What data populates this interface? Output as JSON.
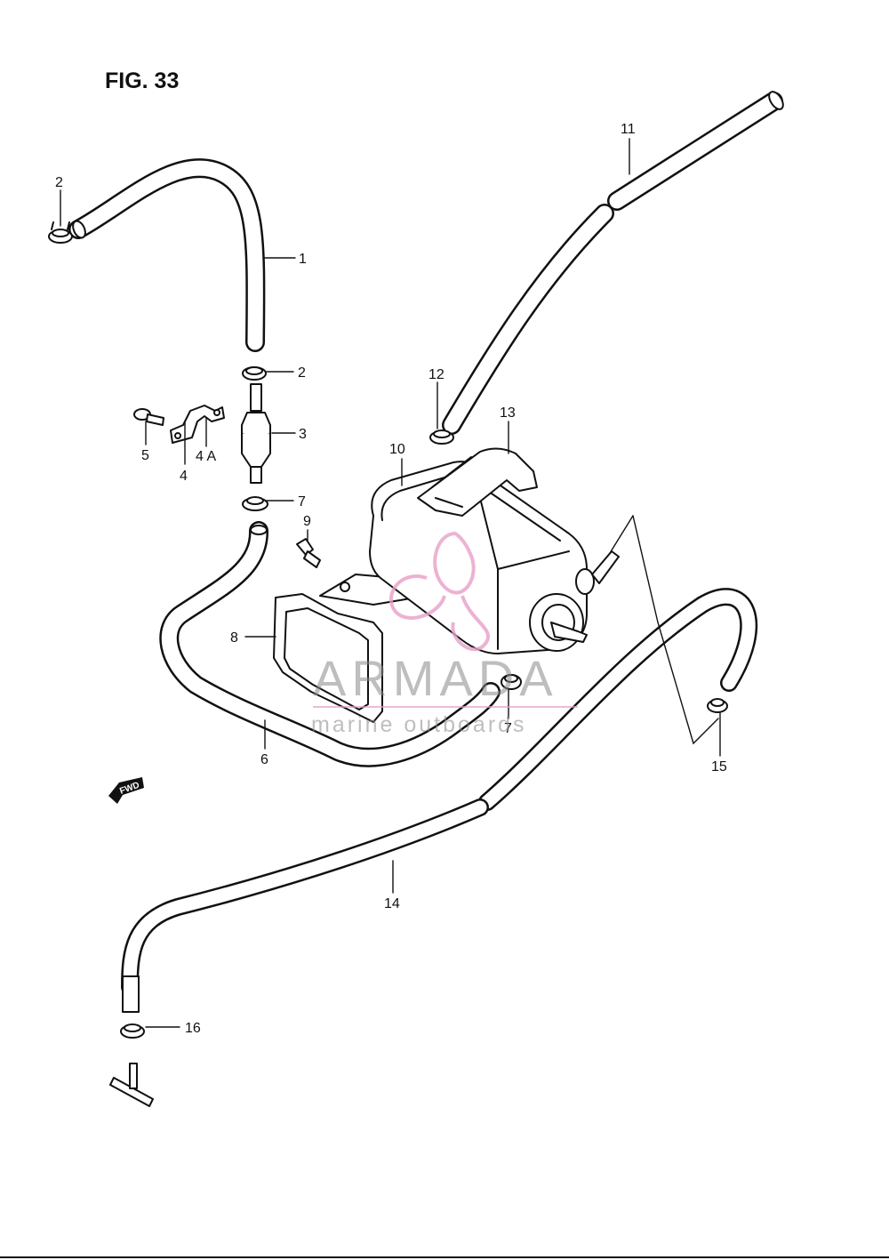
{
  "figure": {
    "title": "FIG. 33"
  },
  "callouts": [
    {
      "id": "1",
      "label": "1"
    },
    {
      "id": "2a",
      "label": "2"
    },
    {
      "id": "2b",
      "label": "2"
    },
    {
      "id": "3",
      "label": "3"
    },
    {
      "id": "4",
      "label": "4"
    },
    {
      "id": "4A",
      "label": "4 A"
    },
    {
      "id": "5",
      "label": "5"
    },
    {
      "id": "6",
      "label": "6"
    },
    {
      "id": "7a",
      "label": "7"
    },
    {
      "id": "7b",
      "label": "7"
    },
    {
      "id": "8",
      "label": "8"
    },
    {
      "id": "9",
      "label": "9"
    },
    {
      "id": "10",
      "label": "10"
    },
    {
      "id": "11",
      "label": "11"
    },
    {
      "id": "12",
      "label": "12"
    },
    {
      "id": "13",
      "label": "13"
    },
    {
      "id": "14",
      "label": "14"
    },
    {
      "id": "15",
      "label": "15"
    },
    {
      "id": "16",
      "label": "16"
    }
  ],
  "fwd_marker": {
    "label": "FWD"
  },
  "watermark": {
    "brand": "ARMADA",
    "tagline": "marine outboards",
    "logo_color": "#e8a0c8",
    "text_color": "#8a8a8a"
  }
}
